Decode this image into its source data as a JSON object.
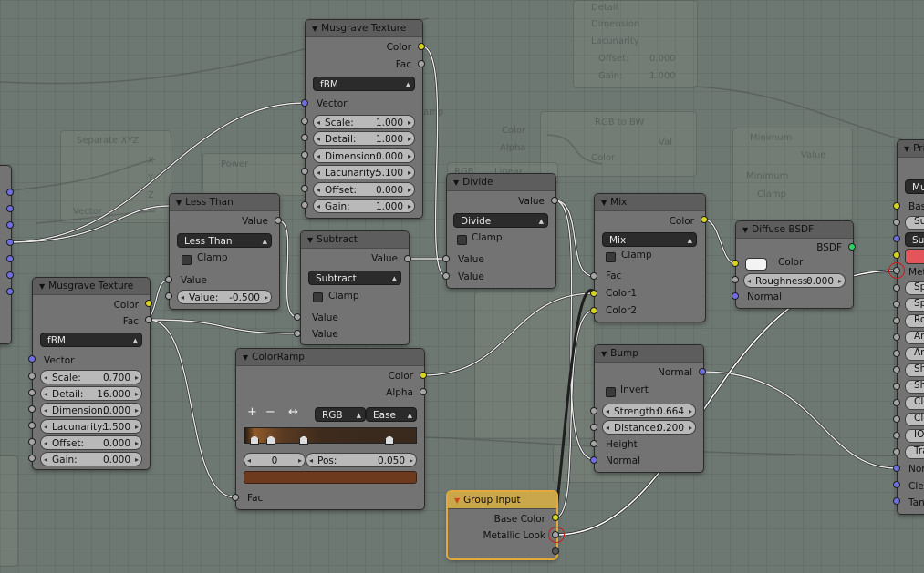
{
  "ghost_labels": {
    "detail": "Detail",
    "dimension": "Dimension",
    "lacunarity": "Lacunarity",
    "offset": "Offset:",
    "offset_val": "0.000",
    "gain": "Gain:",
    "gain_val": "1.000",
    "separate": "Separate XYZ",
    "power": "Power",
    "rgb_bw": "RGB to BW",
    "val": "Val",
    "color": "Color",
    "minimum": "Minimum",
    "minimum_dd": "Minimum",
    "clamp": "Clamp",
    "value": "Value",
    "x": "X",
    "y": "Y",
    "z": "Z",
    "vector": "Vector",
    "alpha": "Alpha",
    "rgb": "RGB",
    "linear": "Linear",
    "amp": "amp"
  },
  "nodes": {
    "musgrave_top": {
      "title": "Musgrave Texture",
      "out_color": "Color",
      "out_fac": "Fac",
      "mode": "fBM",
      "in_vector": "Vector",
      "fields": [
        {
          "label": "Scale:",
          "value": "1.000"
        },
        {
          "label": "Detail:",
          "value": "1.800"
        },
        {
          "label": "Dimension:",
          "value": "0.000"
        },
        {
          "label": "Lacunarity:",
          "value": "5.100"
        },
        {
          "label": "Offset:",
          "value": "0.000"
        },
        {
          "label": "Gain:",
          "value": "1.000"
        }
      ]
    },
    "musgrave_left": {
      "title": "Musgrave Texture",
      "out_color": "Color",
      "out_fac": "Fac",
      "mode": "fBM",
      "in_vector": "Vector",
      "fields": [
        {
          "label": "Scale:",
          "value": "0.700"
        },
        {
          "label": "Detail:",
          "value": "16.000"
        },
        {
          "label": "Dimension:",
          "value": "0.000"
        },
        {
          "label": "Lacunarity:",
          "value": "1.500"
        },
        {
          "label": "Offset:",
          "value": "0.000"
        },
        {
          "label": "Gain:",
          "value": "0.000"
        }
      ]
    },
    "less_than": {
      "title": "Less Than",
      "out_value": "Value",
      "mode": "Less Than",
      "clamp": "Clamp",
      "in_value": "Value",
      "field_label": "Value:",
      "field_value": "-0.500"
    },
    "subtract": {
      "title": "Subtract",
      "out_value": "Value",
      "mode": "Subtract",
      "clamp": "Clamp",
      "in_value1": "Value",
      "in_value2": "Value"
    },
    "divide": {
      "title": "Divide",
      "out_value": "Value",
      "mode": "Divide",
      "clamp": "Clamp",
      "in_value1": "Value",
      "in_value2": "Value"
    },
    "mix": {
      "title": "Mix",
      "out_color": "Color",
      "mode": "Mix",
      "clamp": "Clamp",
      "in_fac": "Fac",
      "in_color1": "Color1",
      "in_color2": "Color2"
    },
    "diffuse": {
      "title": "Diffuse BSDF",
      "out_bsdf": "BSDF",
      "in_color": "Color",
      "roughness_label": "Roughness:",
      "roughness_value": "0.000",
      "in_normal": "Normal"
    },
    "colorramp": {
      "title": "ColorRamp",
      "out_color": "Color",
      "out_alpha": "Alpha",
      "plus": "+",
      "minus": "−",
      "flip": "↔",
      "color_mode": "RGB",
      "interp": "Ease",
      "index": "0",
      "pos_label": "Pos:",
      "pos_value": "0.050",
      "in_fac": "Fac"
    },
    "bump": {
      "title": "Bump",
      "out_normal": "Normal",
      "invert": "Invert",
      "strength_label": "Strength:",
      "strength_value": "0.664",
      "distance_label": "Distance:",
      "distance_value": "0.200",
      "in_height": "Height",
      "in_normal": "Normal"
    },
    "group_input": {
      "title": "Group Input",
      "out_base_color": "Base Color",
      "out_metallic": "Metallic Look"
    },
    "principled": {
      "title": "Pri",
      "dd": "Mul",
      "items": [
        "Bas",
        "Su",
        "Sub",
        "",
        "Metal",
        "Sp",
        "Sp",
        "Ro",
        "An",
        "An",
        "Sh",
        "Sh",
        "Cle",
        "Cle",
        "IO",
        "Tra",
        "Nor",
        "Clea",
        "Tan"
      ]
    }
  },
  "colors": {
    "socket_color": "#d8d323",
    "socket_value": "#a5a5a5",
    "socket_vector": "#6f6fe0",
    "socket_shader": "#2fd061",
    "ramp_swatch": "#6d3a1e",
    "selection": "#e3a93a"
  }
}
